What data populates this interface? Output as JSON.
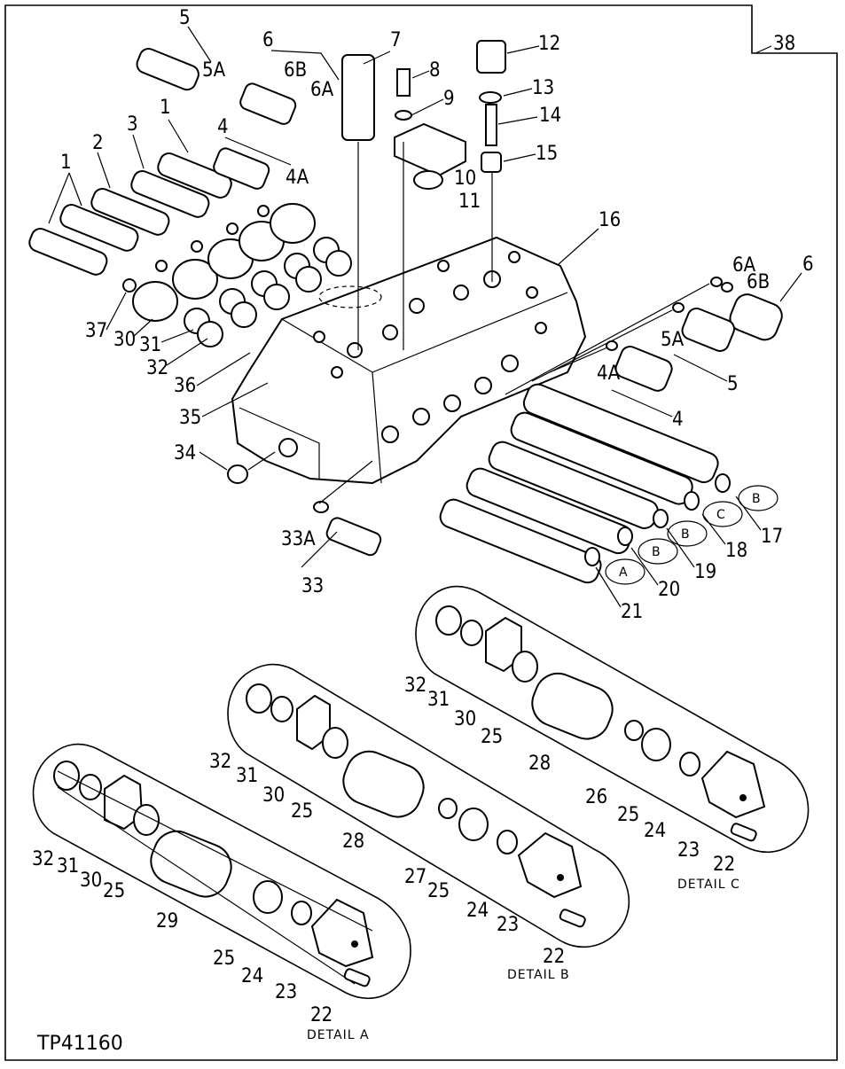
{
  "diagram": {
    "sheet_number": "38",
    "plate_id": "TP41160",
    "callouts_main": [
      "1",
      "1",
      "2",
      "3",
      "4",
      "4A",
      "5",
      "5A",
      "6",
      "6B",
      "6A",
      "7",
      "8",
      "9",
      "10",
      "11",
      "12",
      "13",
      "14",
      "15",
      "16",
      "6A",
      "6B",
      "6",
      "5A",
      "5",
      "4A",
      "4",
      "37",
      "30",
      "31",
      "32",
      "36",
      "35",
      "34",
      "33A",
      "33",
      "17",
      "18",
      "19",
      "20",
      "21",
      "B",
      "C",
      "B",
      "B",
      "A"
    ],
    "detail_a": {
      "title": "DETAIL A",
      "callouts": [
        "32",
        "31",
        "30",
        "25",
        "29",
        "25",
        "24",
        "23",
        "22"
      ]
    },
    "detail_b": {
      "title": "DETAIL B",
      "callouts": [
        "32",
        "31",
        "30",
        "25",
        "28",
        "27",
        "25",
        "24",
        "23",
        "22"
      ]
    },
    "detail_c": {
      "title": "DETAIL C",
      "callouts": [
        "32",
        "31",
        "30",
        "25",
        "28",
        "26",
        "25",
        "24",
        "23",
        "22"
      ]
    }
  }
}
